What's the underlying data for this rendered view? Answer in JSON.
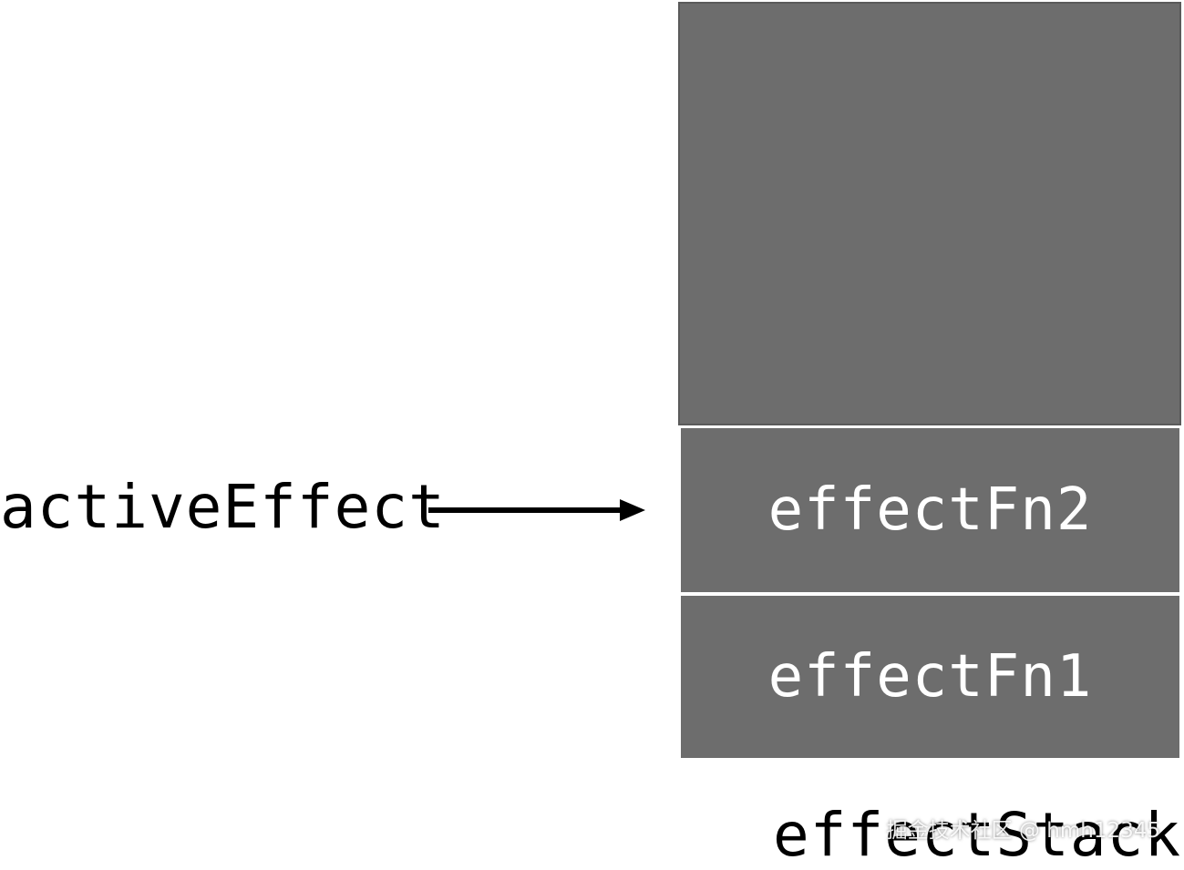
{
  "diagram": {
    "pointer_label": "activeEffect",
    "stack_frames": [
      {
        "label": "effectFn2"
      },
      {
        "label": "effectFn1"
      }
    ],
    "stack_label": "effectStack",
    "watermark": "掘金技术社区 @ hmh12345",
    "colors": {
      "frame_fill": "#6d6d6d",
      "frame_text": "#ffffff",
      "text": "#000000",
      "arrow": "#000000"
    }
  }
}
